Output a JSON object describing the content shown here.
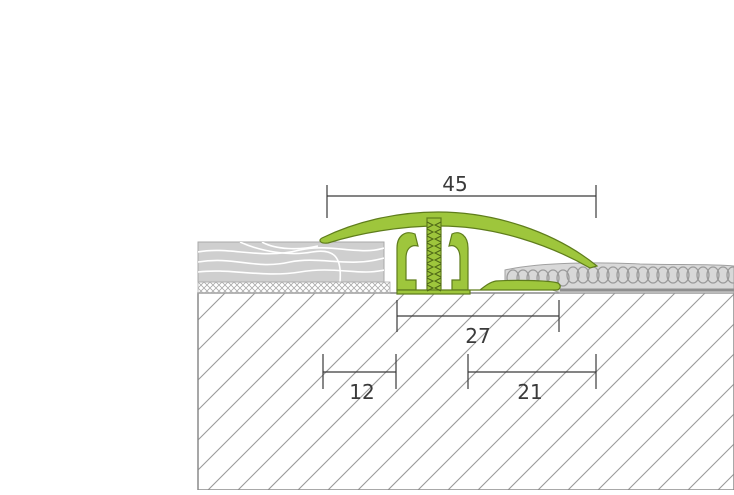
{
  "diagram": {
    "dimensions": {
      "top_width": "45",
      "base_width": "27",
      "left_depth": "12",
      "right_depth": "21"
    },
    "colors": {
      "profile": "#9ec63c",
      "profile_outline": "#5f7d1c",
      "substrate_hatch": "#9a9a9a",
      "wood": "#c8c8c8",
      "carpet": "#bdbdbd",
      "dimension_line": "#3a3a3a"
    }
  }
}
